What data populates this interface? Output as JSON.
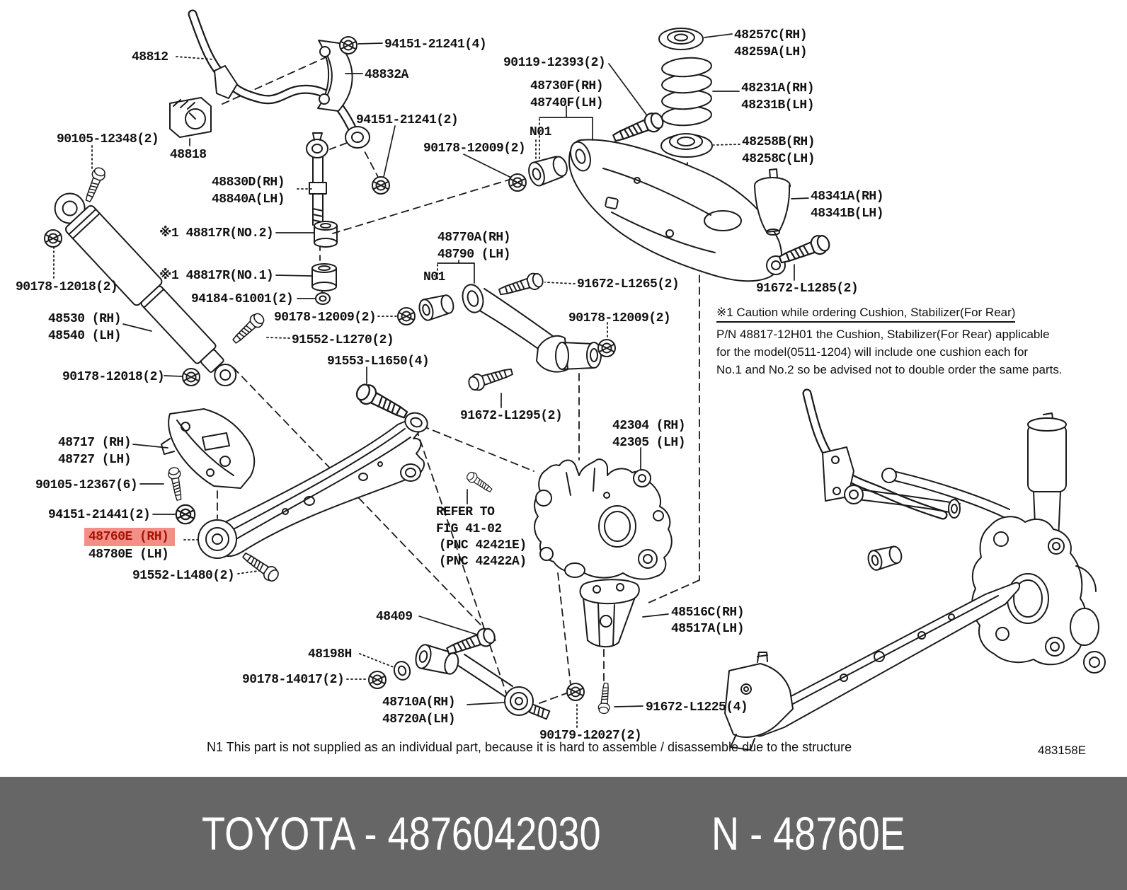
{
  "labels": [
    {
      "text": "48812"
    },
    {
      "text": "94151-21241(4)"
    },
    {
      "text": "48832A"
    },
    {
      "text": "90119-12393(2)"
    },
    {
      "text": "48730F(RH)"
    },
    {
      "text": "48740F(LH)"
    },
    {
      "text": "48257C(RH)"
    },
    {
      "text": "48259A(LH)"
    },
    {
      "text": "48231A(RH)"
    },
    {
      "text": "48231B(LH)"
    },
    {
      "text": "90105-12348(2)"
    },
    {
      "text": "48818"
    },
    {
      "text": "90178-12009(2)"
    },
    {
      "text": "N01"
    },
    {
      "text": "48258B(RH)"
    },
    {
      "text": "48258C(LH)"
    },
    {
      "text": "48830D(RH)"
    },
    {
      "text": "48840A(LH)"
    },
    {
      "text": "94151-21241(2)"
    },
    {
      "text": "48341A(RH)"
    },
    {
      "text": "48341B(LH)"
    },
    {
      "text": "※1 48817R(NO.2)"
    },
    {
      "text": "※1 48817R(NO.1)"
    },
    {
      "text": "94184-61001(2)"
    },
    {
      "text": "90178-12018(2)"
    },
    {
      "text": "48530 (RH)"
    },
    {
      "text": "48540 (LH)"
    },
    {
      "text": "90178-12009(2)"
    },
    {
      "text": "91552-L1270(2)"
    },
    {
      "text": "91553-L1650(4)"
    },
    {
      "text": "90178-12018(2)"
    },
    {
      "text": "48770A(RH)"
    },
    {
      "text": "48790 (LH)"
    },
    {
      "text": "N01"
    },
    {
      "text": "91672-L1265(2)"
    },
    {
      "text": "90178-12009(2)"
    },
    {
      "text": "91672-L1285(2)"
    },
    {
      "text": "48717 (RH)"
    },
    {
      "text": "48727 (LH)"
    },
    {
      "text": "90105-12367(6)"
    },
    {
      "text": "94151-21441(2)"
    },
    {
      "text": "48760E (RH)",
      "highlight": true
    },
    {
      "text": "48780E (LH)"
    },
    {
      "text": "91552-L1480(2)"
    },
    {
      "text": "91672-L1295(2)"
    },
    {
      "text": "42304 (RH)"
    },
    {
      "text": "42305 (LH)"
    },
    {
      "text": "REFER TO"
    },
    {
      "text": "FIG 41-02"
    },
    {
      "text": "(PNC 42421E)"
    },
    {
      "text": "(PNC 42422A)"
    },
    {
      "text": "48409"
    },
    {
      "text": "48198H"
    },
    {
      "text": "90178-14017(2)"
    },
    {
      "text": "48710A(RH)"
    },
    {
      "text": "48720A(LH)"
    },
    {
      "text": "90179-12027(2)"
    },
    {
      "text": "91672-L1225(4)"
    },
    {
      "text": "48516C(RH)"
    },
    {
      "text": "48517A(LH)"
    }
  ],
  "caution": {
    "title": "※1 Caution while ordering Cushion, Stabilizer(For Rear)",
    "lines": [
      "P/N 48817-12H01 the Cushion, Stabilizer(For Rear) applicable",
      "for the model(0511-1204) will include one cushion each for",
      "No.1 and No.2 so be advised not to double order the same parts."
    ]
  },
  "footnote": "N1  This part is not supplied as an individual part, because it is hard to assemble / disassemble due to the structure",
  "doc_code": "483158E",
  "banner": {
    "left": "TOYOTA - 4876042030",
    "right": "N - 48760E"
  },
  "colors": {
    "highlight_bg": "#f29088",
    "highlight_text": "#a81205",
    "banner_bg": "#666666",
    "banner_text": "#ffffff",
    "line": "#1a1a1a"
  }
}
